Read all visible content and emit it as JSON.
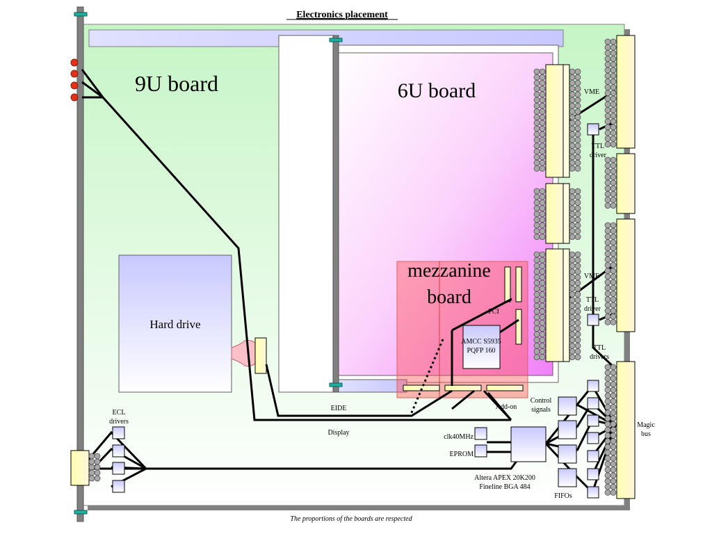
{
  "title": "Electronics placement",
  "caption": "The proportions of the boards are respected",
  "boards": {
    "board_9u": "9U board",
    "board_6u": "6U board",
    "mezzanine_line1": "mezzanine",
    "mezzanine_line2": "board"
  },
  "components": {
    "hard_drive": "Hard drive",
    "amcc_line1": "AMCC S5935",
    "amcc_line2": "PQFP 160",
    "pci": "PCI",
    "eide": "EIDE",
    "display": "Display",
    "add_on": "Add-on",
    "control_line1": "Control",
    "control_line2": "signals",
    "clk": "clk40MHz",
    "eprom": "EPROM",
    "altera_line1": "Altera APEX 20K200",
    "altera_line2": "Fineline BGA 484",
    "fifos": "FIFOs",
    "ecl_line1": "ECL",
    "ecl_line2": "drivers",
    "vme_top": "VME",
    "vme_mid": "VME",
    "ttl_top_line1": "TTL",
    "ttl_top_line2": "driver",
    "ttl_mid_line1": "TTL",
    "ttl_mid_line2": "driver",
    "ttl_bot_line1": "TTL",
    "ttl_bot_line2": "drivers",
    "magic_line1": "Magic",
    "magic_line2": "bus"
  }
}
